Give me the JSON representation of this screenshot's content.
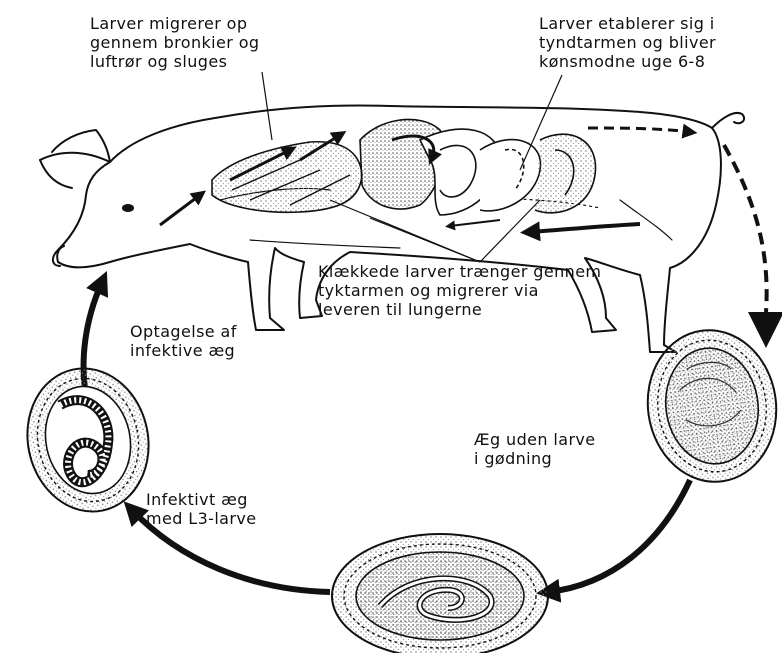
{
  "labels": {
    "bronchi": [
      "Larver migrerer op",
      "gennem bronkier og",
      "luftrør og sluges"
    ],
    "intestine": [
      "Larver etablerer sig i",
      "tyndtarmen og bliver",
      "kønsmodne uge 6-8"
    ],
    "hatched": [
      "Klækkede larver trænger gennem",
      "tyktarmen og migrerer via",
      "leveren til lungerne"
    ],
    "intake": [
      "Optagelse af",
      "infektive æg"
    ],
    "egg_no_larva": [
      "Æg uden larve",
      "i gødning"
    ],
    "infective_egg": [
      "Infektivt æg",
      "med L3-larve"
    ]
  },
  "colors": {
    "ink": "#111111",
    "stipple": "#8a8a8a",
    "shell": "#f2f2f2"
  },
  "icons": {
    "pig": "pig-illustration",
    "egg_fresh": "egg-without-larva-icon",
    "egg_developing": "egg-developing-icon",
    "egg_infective": "infective-egg-icon"
  }
}
